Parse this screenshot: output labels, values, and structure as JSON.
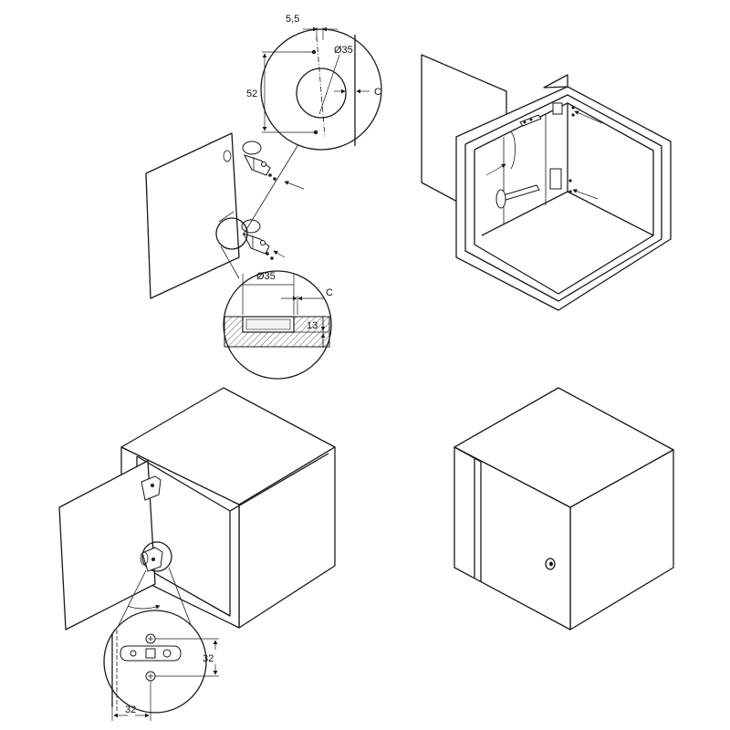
{
  "dimensions": {
    "offset_5_5": "5,5",
    "cup_diameter_top": "Ø35",
    "height_52": "52",
    "clearance_top": "C",
    "cup_diameter_section": "Ø35",
    "clearance_section": "C",
    "depth_13": "13",
    "plate_32_vertical": "32",
    "plate_32_horizontal": "32"
  }
}
